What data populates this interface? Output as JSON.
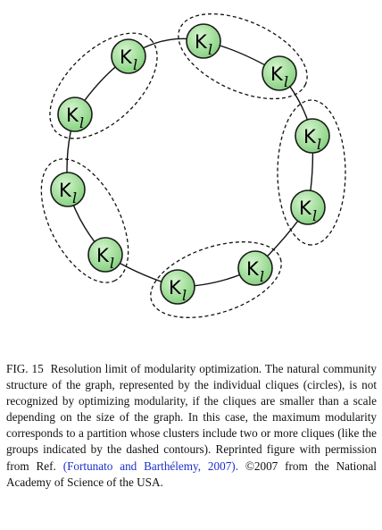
{
  "figure": {
    "nodes": [
      {
        "base": "K",
        "sub": "l"
      },
      {
        "base": "K",
        "sub": "l"
      },
      {
        "base": "K",
        "sub": "l"
      },
      {
        "base": "K",
        "sub": "l"
      },
      {
        "base": "K",
        "sub": "l"
      },
      {
        "base": "K",
        "sub": "l"
      },
      {
        "base": "K",
        "sub": "l"
      },
      {
        "base": "K",
        "sub": "l"
      },
      {
        "base": "K",
        "sub": "l"
      },
      {
        "base": "K",
        "sub": "l"
      }
    ]
  },
  "caption": {
    "label": "FIG. 15",
    "text_main": "Resolution limit of modularity optimization. The natural community structure of the graph, represented by the individual cliques (circles), is not recognized by optimizing modularity, if the cliques are smaller than a scale depending on the size of the graph. In this case, the maximum modularity corresponds to a partition whose clusters include two or more cliques (like the groups indicated by the dashed contours). Reprinted figure with permission from Ref.",
    "citation": "(Fortunato and Barthélemy, 2007).",
    "copyright": "©2007 from the National Academy of Science of the USA.",
    "colors": {
      "citation": "#1b2fc9",
      "node_fill_light": "#c9f2c4",
      "node_fill_dark": "#7ccb77"
    }
  }
}
